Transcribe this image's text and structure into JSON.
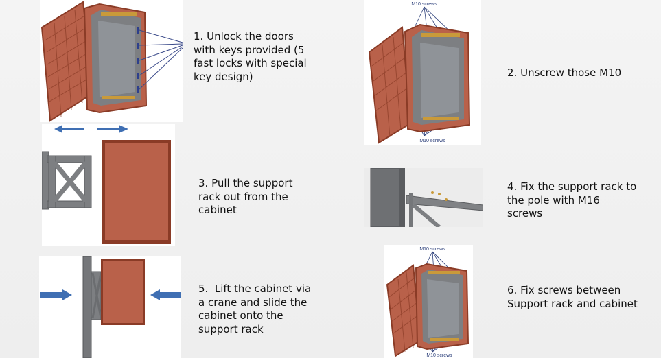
{
  "steps": [
    {
      "number": "1.",
      "text": "Unlock the doors with keys provided (5 fast locks with special key design)"
    },
    {
      "number": "2.",
      "text": "Unscrew those M10"
    },
    {
      "number": "3.",
      "text": "Pull the support rack out from the cabinet"
    },
    {
      "number": "4.",
      "text": "Fix the support rack to the pole with M16 screws"
    },
    {
      "number": "5.",
      "text": "Lift the cabinet via a crane and slide the cabinet onto the support rack"
    },
    {
      "number": "6.",
      "text": "Fix screws between Support rack and cabinet"
    }
  ],
  "callouts": {
    "step2_top": "M10 screws",
    "step2_bottom": "M10 screws",
    "step6_top": "M10 screws",
    "step6_bottom": "M10 screws"
  },
  "colors": {
    "cabinet": "#b9614a",
    "cabinet_edge": "#8a3b26",
    "panel_grey": "#8f9398",
    "frame_grey": "#7d7f82",
    "arrow_blue": "#3f6fb3",
    "callout_blue": "#2c3f7a"
  }
}
